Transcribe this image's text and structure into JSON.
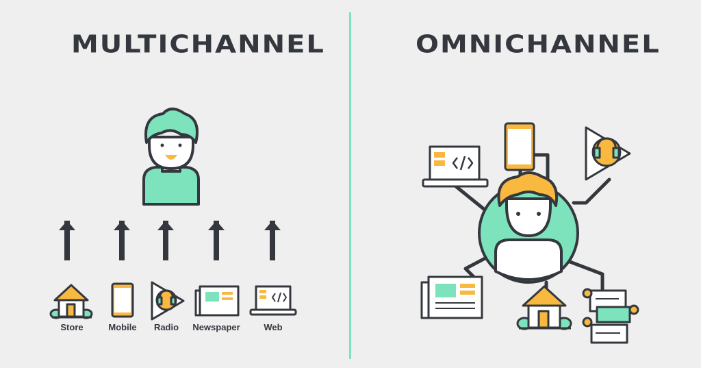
{
  "titles": {
    "left": "MULTICHANNEL",
    "right": "OMNICHANNEL"
  },
  "channels": [
    "Store",
    "Mobile",
    "Radio",
    "Newspaper",
    "Web"
  ],
  "colors": {
    "ink": "#34383e",
    "mint": "#7de3bd",
    "orange": "#f9b840",
    "white": "#ffffff",
    "background": "#efefef"
  },
  "icons": [
    "person-icon",
    "store-icon",
    "mobile-icon",
    "radio-icon",
    "newspaper-icon",
    "web-icon",
    "laptop-icon",
    "chat-icon",
    "up-arrow-icon"
  ]
}
